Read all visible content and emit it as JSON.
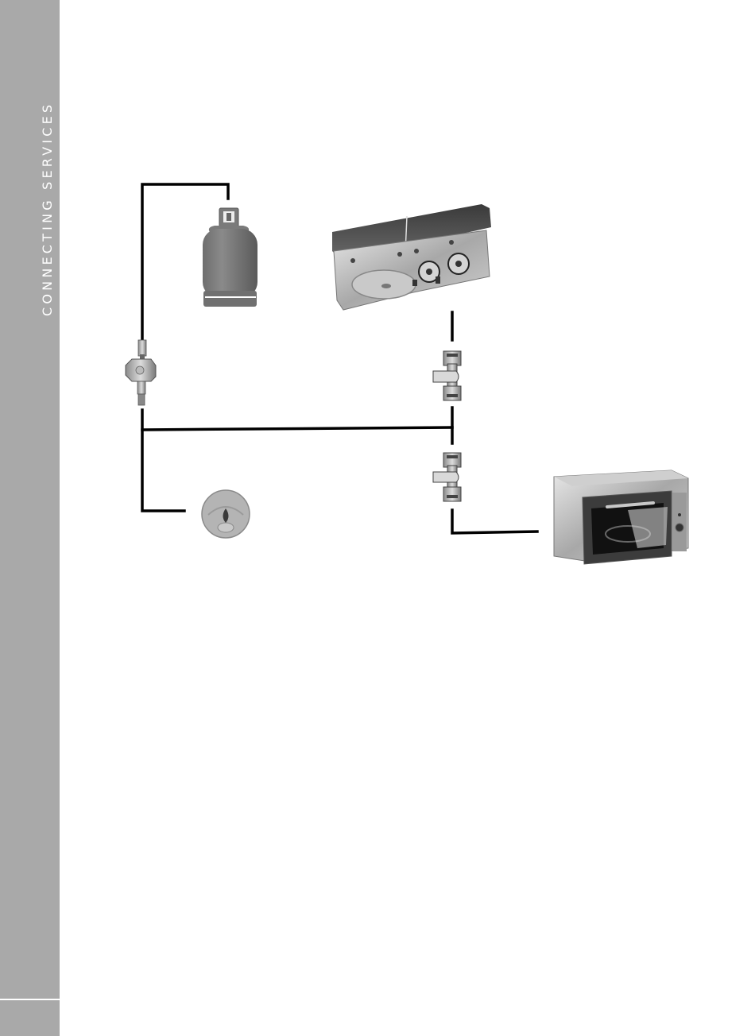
{
  "sidebar": {
    "title": "CONNECTING SERVICES",
    "background_color": "#a9a9a9",
    "text_color": "#ffffff"
  },
  "diagram": {
    "pipe_color": "#000000",
    "components": [
      {
        "id": "gas-cylinder",
        "icon": "gas-cylinder-icon"
      },
      {
        "id": "pressure-regulator",
        "icon": "regulator-icon"
      },
      {
        "id": "sink-hob-combo",
        "icon": "sink-hob-icon"
      },
      {
        "id": "isolation-valve-upper",
        "icon": "valve-icon"
      },
      {
        "id": "isolation-valve-lower",
        "icon": "valve-icon"
      },
      {
        "id": "gas-drop-vent",
        "icon": "gas-vent-icon"
      },
      {
        "id": "oven",
        "icon": "oven-icon"
      }
    ]
  }
}
